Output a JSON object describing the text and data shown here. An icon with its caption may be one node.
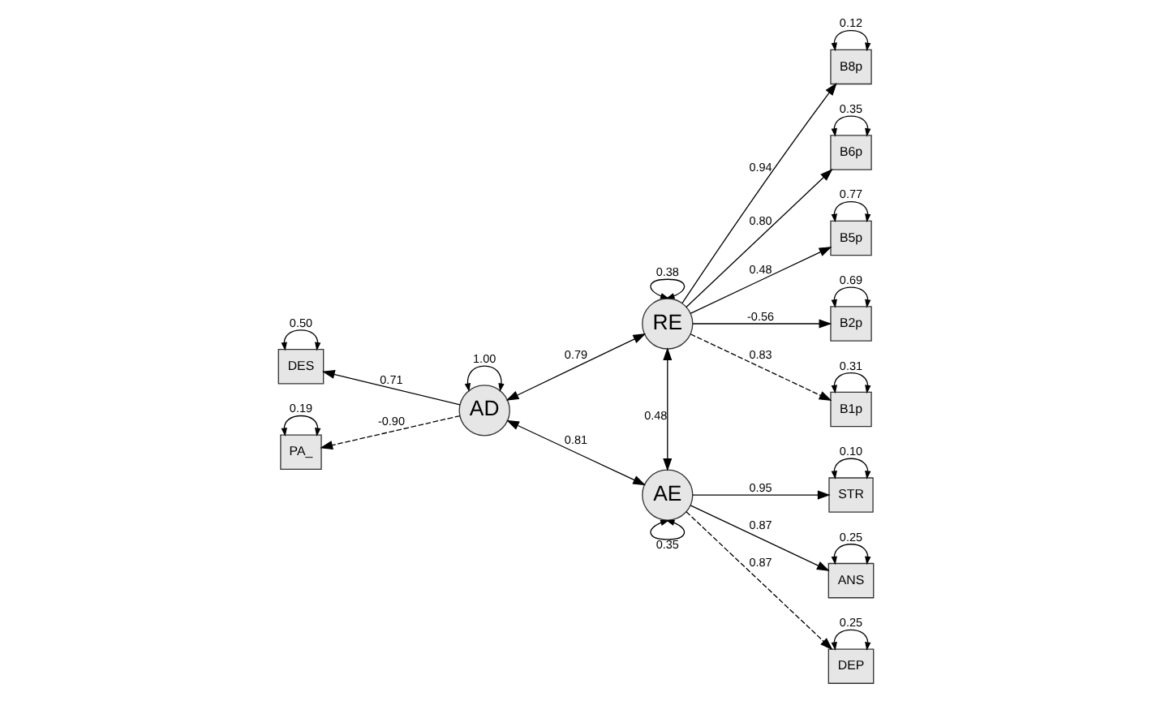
{
  "diagram": {
    "nodes": [
      {
        "text": [
          "AD"
        ]
      },
      {
        "text": [
          "RE"
        ]
      },
      {
        "text": [
          "AE"
        ]
      },
      {
        "text": [
          "DES"
        ]
      },
      {
        "text": [
          "PA_"
        ]
      },
      {
        "text": [
          "B8p"
        ]
      },
      {
        "text": [
          "B6p"
        ]
      },
      {
        "text": [
          "B5p"
        ]
      },
      {
        "text": [
          "B2p"
        ]
      },
      {
        "text": [
          "B1p"
        ]
      },
      {
        "text": [
          "STR"
        ]
      },
      {
        "text": [
          "ANS"
        ]
      },
      {
        "text": [
          "DEP"
        ]
      }
    ],
    "edges": [
      {
        "from": 0,
        "to": 0,
        "arrow": "both",
        "label": "1.00"
      },
      {
        "from": 1,
        "to": 1,
        "arrow": "both",
        "label": "0.38"
      },
      {
        "from": 2,
        "to": 2,
        "arrow": "both",
        "label": "0.35"
      },
      {
        "from": 3,
        "to": 3,
        "arrow": "both",
        "label": "0.50"
      },
      {
        "from": 4,
        "to": 4,
        "arrow": "both",
        "label": "0.19"
      },
      {
        "from": 0,
        "to": 3,
        "arrow": "to",
        "label": "0.71"
      },
      {
        "from": 0,
        "to": 4,
        "arrow": "to",
        "label": "-0.90",
        "style": "dashed"
      },
      {
        "from": 0,
        "to": 1,
        "arrow": "both",
        "label": "0.79"
      },
      {
        "from": 0,
        "to": 2,
        "arrow": "both",
        "label": "0.81"
      },
      {
        "from": 1,
        "to": 2,
        "arrow": "both",
        "label": "0.48"
      },
      {
        "from": 1,
        "to": 5,
        "arrow": "to",
        "label": "0.94"
      },
      {
        "from": 1,
        "to": 6,
        "arrow": "to",
        "label": "0.80"
      },
      {
        "from": 1,
        "to": 7,
        "arrow": "to",
        "label": "0.48"
      },
      {
        "from": 1,
        "to": 8,
        "arrow": "to",
        "label": "-0.56"
      },
      {
        "from": 1,
        "to": 9,
        "arrow": "to",
        "label": "0.83",
        "style": "dashed"
      },
      {
        "from": 2,
        "to": 10,
        "arrow": "to",
        "label": "0.95"
      },
      {
        "from": 2,
        "to": 11,
        "arrow": "to",
        "label": "0.87"
      },
      {
        "from": 2,
        "to": 12,
        "arrow": "to",
        "label": "0.87",
        "style": "dashed"
      },
      {
        "from": 5,
        "to": 5,
        "arrow": "both",
        "label": "0.12"
      },
      {
        "from": 6,
        "to": 6,
        "arrow": "both",
        "label": "0.35"
      },
      {
        "from": 7,
        "to": 7,
        "arrow": "both",
        "label": "0.77"
      },
      {
        "from": 8,
        "to": 8,
        "arrow": "both",
        "label": "0.69"
      },
      {
        "from": 9,
        "to": 9,
        "arrow": "both",
        "label": "0.31"
      },
      {
        "from": 10,
        "to": 10,
        "arrow": "both",
        "label": "0.10"
      },
      {
        "from": 11,
        "to": 11,
        "arrow": "both",
        "label": "0.25"
      },
      {
        "from": 12,
        "to": 12,
        "arrow": "both",
        "label": "0.25"
      }
    ]
  }
}
